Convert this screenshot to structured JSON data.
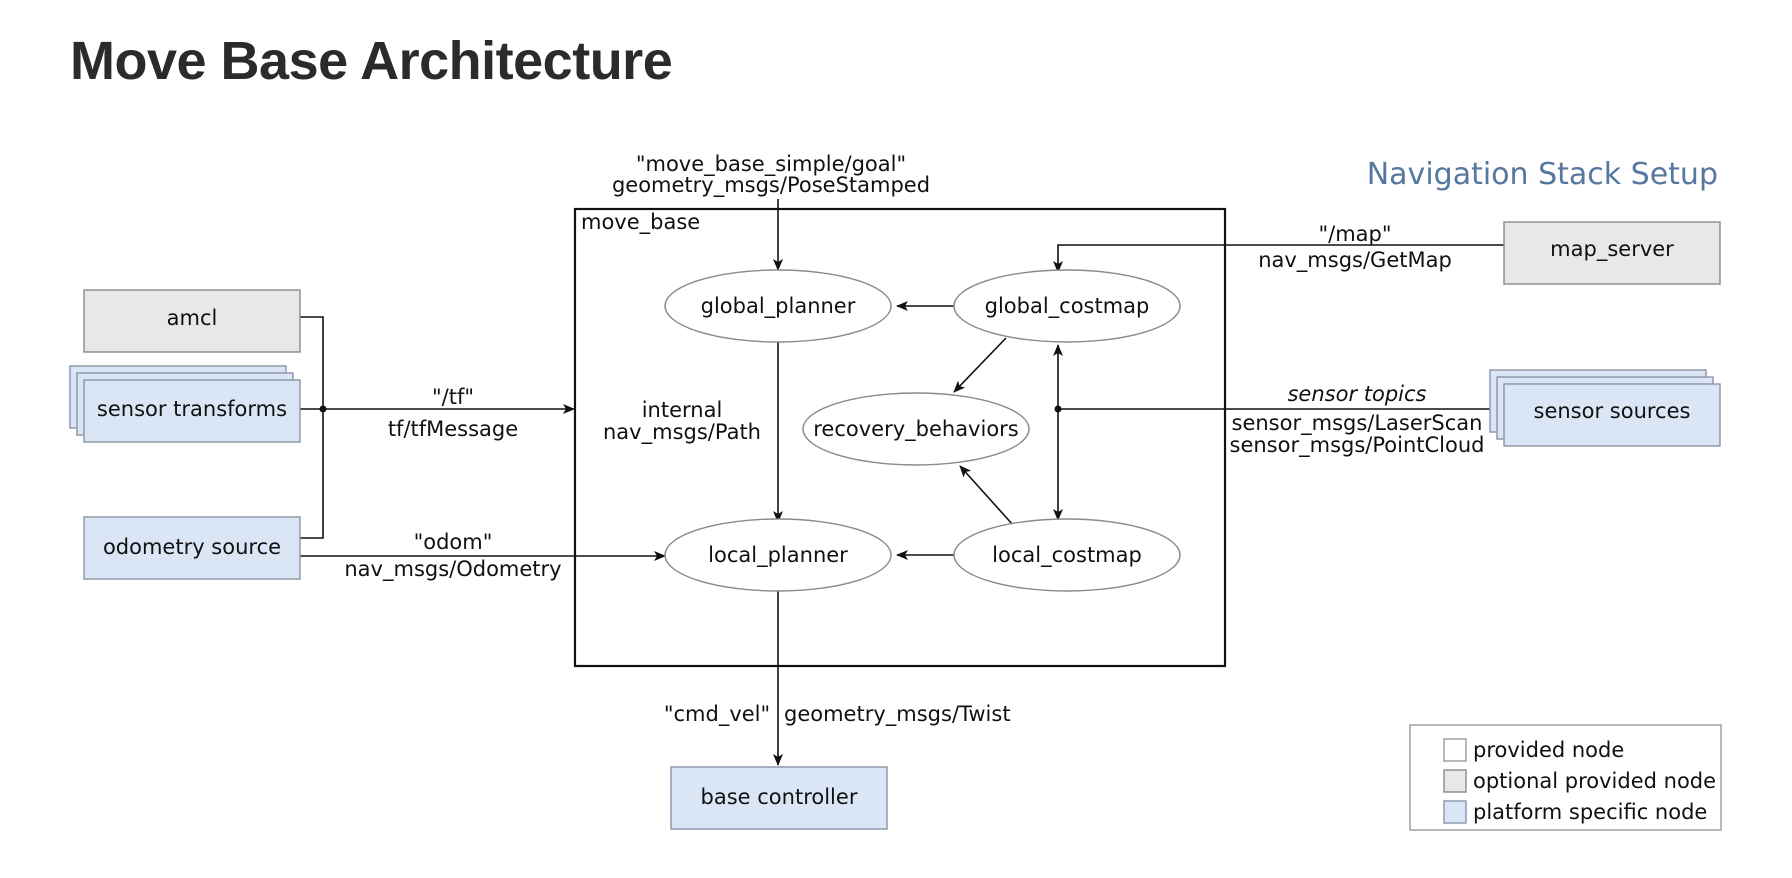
{
  "title": "Move Base Architecture",
  "subtitle": "Navigation Stack Setup",
  "container": {
    "label": "move_base"
  },
  "nodes": {
    "amcl": "amcl",
    "sensor_transforms": "sensor transforms",
    "odometry_source": "odometry source",
    "map_server": "map_server",
    "sensor_sources": "sensor sources",
    "base_controller": "base controller",
    "global_planner": "global_planner",
    "global_costmap": "global_costmap",
    "recovery_behaviors": "recovery_behaviors",
    "local_planner": "local_planner",
    "local_costmap": "local_costmap"
  },
  "edges": {
    "goal_topic": "\"move_base_simple/goal\"",
    "goal_type": "geometry_msgs/PoseStamped",
    "map_topic": "\"/map\"",
    "map_type": "nav_msgs/GetMap",
    "tf_topic": "\"/tf\"",
    "tf_type": "tf/tfMessage",
    "odom_topic": "\"odom\"",
    "odom_type": "nav_msgs/Odometry",
    "internal_label": "internal",
    "internal_type": "nav_msgs/Path",
    "sensor_topics_label": "sensor topics",
    "sensor_type_1": "sensor_msgs/LaserScan",
    "sensor_type_2": "sensor_msgs/PointCloud",
    "cmd_vel_topic": "\"cmd_vel\"",
    "cmd_vel_type": "geometry_msgs/Twist"
  },
  "legend": {
    "provided": "provided node",
    "optional": "optional provided node",
    "platform": "platform specific node"
  },
  "colors": {
    "optional_node_fill": "#e8e8e8",
    "platform_node_fill": "#dae6f6",
    "provided_node_fill": "#ffffff",
    "subtitle": "#5577a0"
  }
}
